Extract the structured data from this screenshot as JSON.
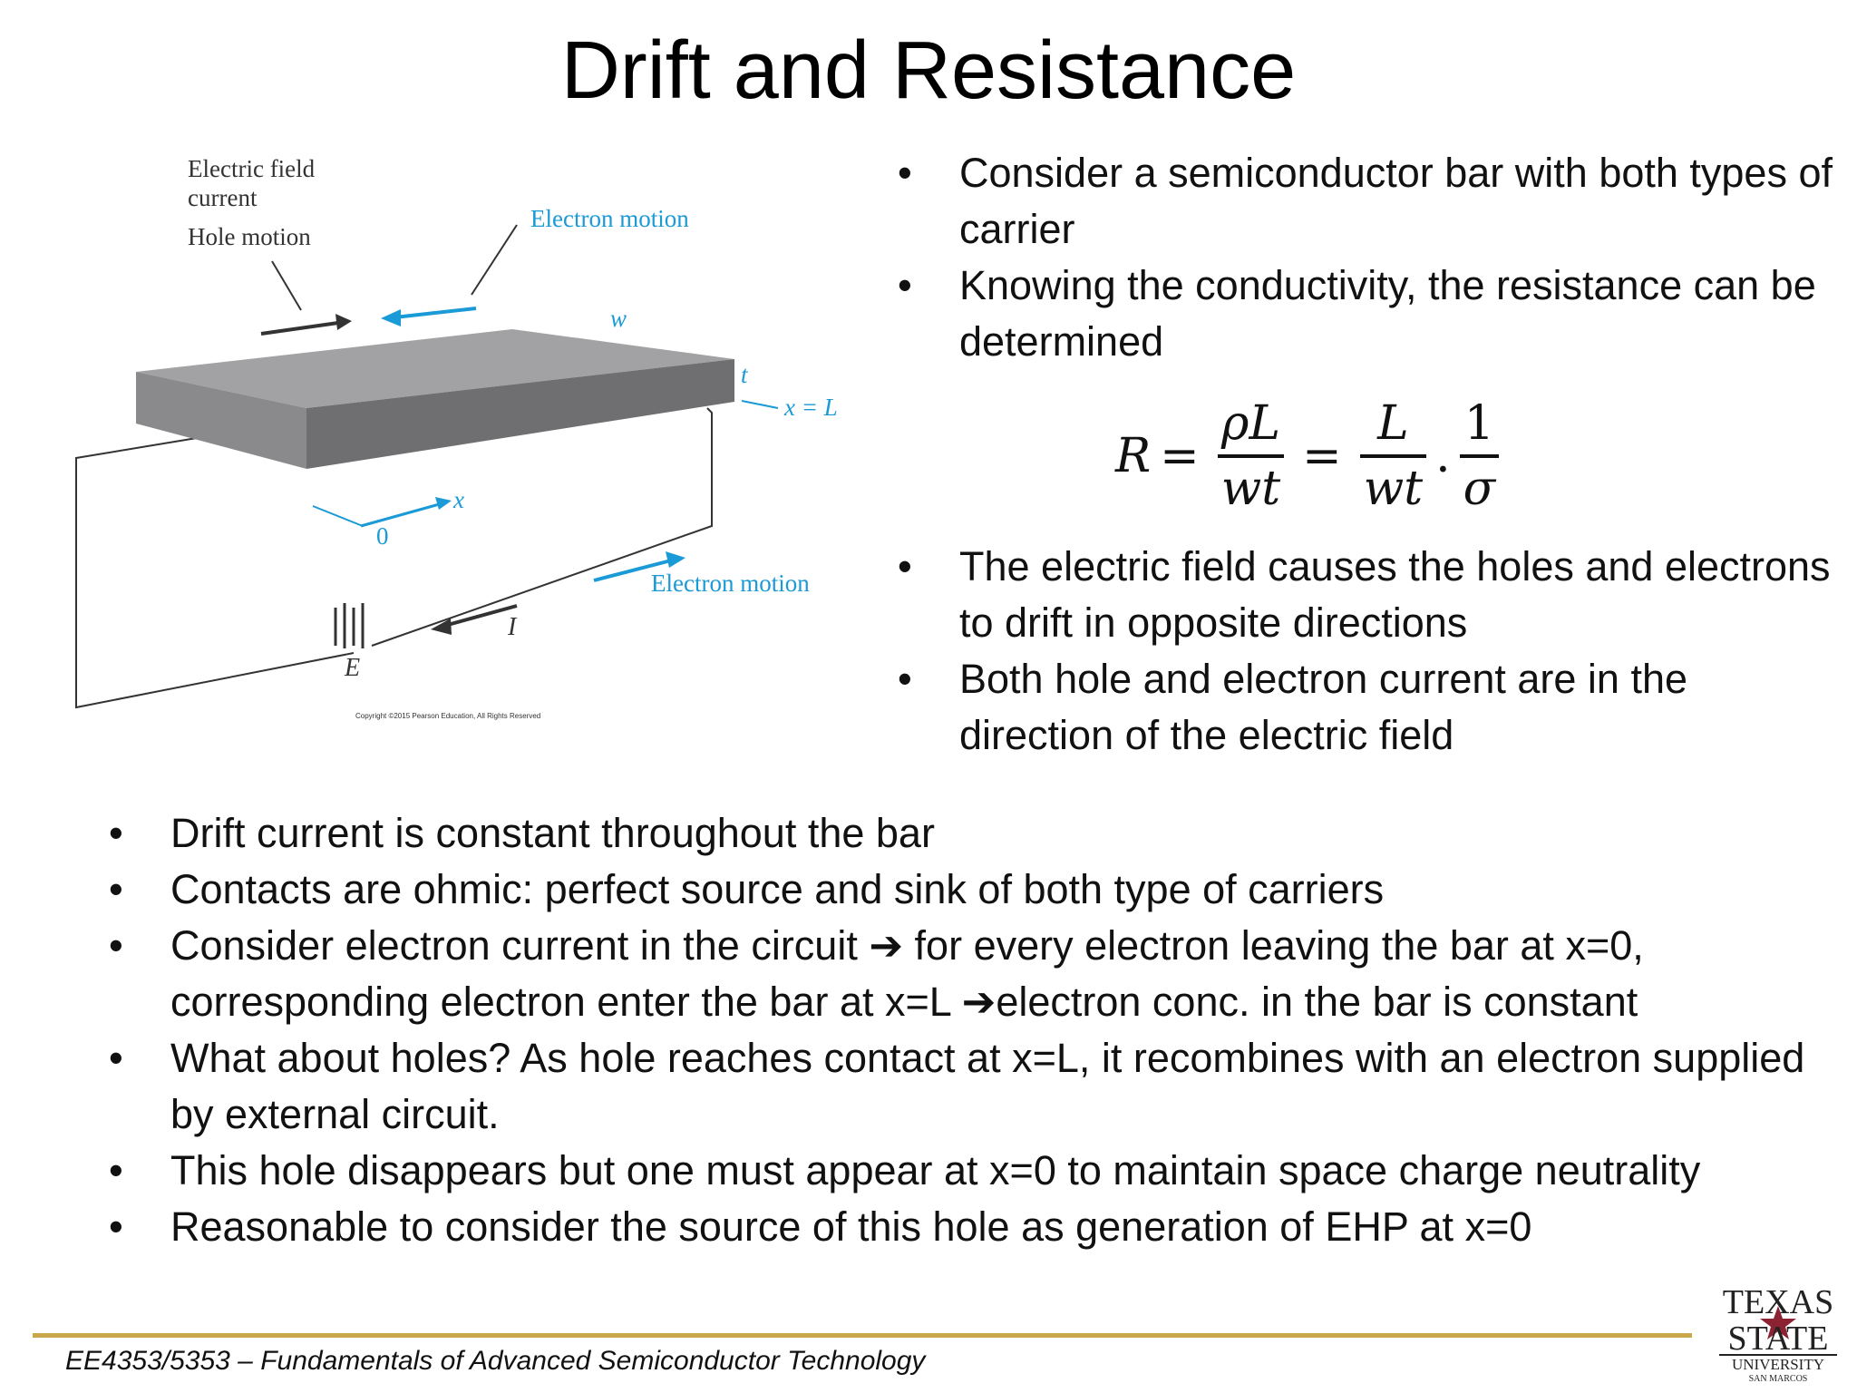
{
  "title": "Drift and Resistance",
  "figure": {
    "labels": {
      "electric_field_current": "Electric field\ncurrent",
      "electric_field_line1": "Electric field",
      "electric_field_line2": "current",
      "hole_motion": "Hole motion",
      "electron_motion_top": "Electron motion",
      "electron_motion_bottom": "Electron motion",
      "w": "w",
      "t": "t",
      "x_eq_L": "x = L",
      "x": "x",
      "zero": "0",
      "E": "E",
      "I": "I",
      "copyright": "Copyright ©2015 Pearson Education, All Rights Reserved"
    },
    "colors": {
      "bar_top": "#a2a2a4",
      "bar_side": "#6f6f71",
      "electron_arrow": "#1a9ad6",
      "hole_arrow": "#333333"
    }
  },
  "right_bullets_top": [
    "Consider a semiconductor bar with both types of carrier",
    "Knowing the conductivity, the resistance can be determined"
  ],
  "formula": {
    "lhs": "R",
    "eq1": "=",
    "frac1_num": "ρL",
    "frac1_den": "wt",
    "eq2": "=",
    "frac2_num": "L",
    "frac2_den": "wt",
    "dot": ".",
    "frac3_num": "1",
    "frac3_den": "σ"
  },
  "right_bullets_bottom": [
    "The electric field causes the holes and electrons to drift in opposite directions",
    "Both hole and electron current are in the direction of the electric field"
  ],
  "bottom_bullets": [
    "Drift current is constant throughout the bar",
    "Contacts are ohmic: perfect source and sink of both type of carriers",
    "Consider electron current in the circuit ➔ for every electron leaving the bar at x=0, corresponding electron enter the bar at x=L ➔electron conc. in the bar is constant",
    "What about holes? As hole reaches contact at x=L, it recombines with an electron supplied by external circuit.",
    "This hole disappears but one must appear at x=0 to maintain space charge neutrality",
    "Reasonable to consider the source of this hole as generation of EHP at x=0"
  ],
  "bullet_symbol": "•",
  "footer": {
    "course": "EE4353/5353",
    "dash": " – ",
    "course_title": "Fundamentals of Advanced Semiconductor Technology"
  },
  "logo": {
    "line1": "TEXAS",
    "line2": "STATE",
    "line3": "UNIVERSITY",
    "line4": "SAN MARCOS",
    "accent": "#8b2332"
  }
}
